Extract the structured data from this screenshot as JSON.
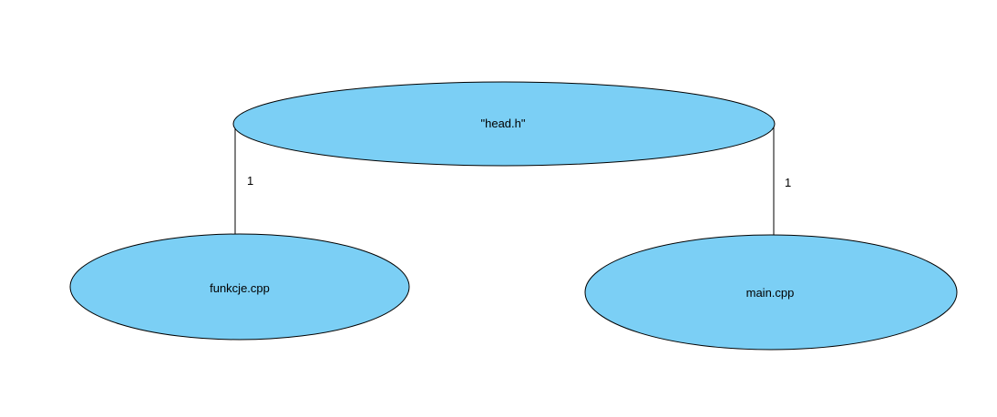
{
  "diagram": {
    "colors": {
      "node_fill": "#7bcff5",
      "stroke": "#000000",
      "background": "#ffffff"
    },
    "nodes": {
      "head": {
        "label": "\"head.h\""
      },
      "funkcje": {
        "label": "funkcje.cpp"
      },
      "main": {
        "label": "main.cpp"
      }
    },
    "edges": [
      {
        "from": "head",
        "to": "funkcje",
        "multiplicity": "1"
      },
      {
        "from": "head",
        "to": "main",
        "multiplicity": "1"
      }
    ]
  }
}
